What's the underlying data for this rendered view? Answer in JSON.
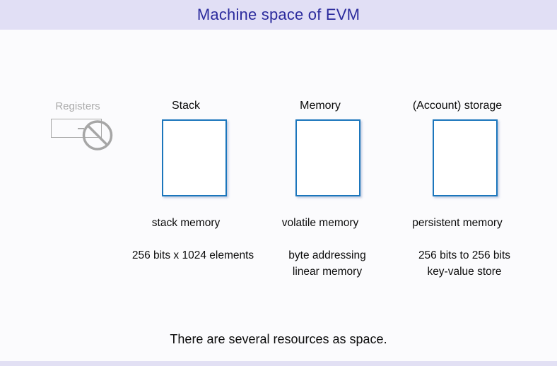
{
  "colors": {
    "header_bg": "#E1DFF5",
    "title_color": "#2B2B9D",
    "body_bg": "#FBFBFD",
    "box_border_blue": "#1B76BC",
    "disabled_gray": "#ABABAB",
    "text_color": "#0c0c0c",
    "footer_strip": "#E2E0F4"
  },
  "header": {
    "title": "Machine space of EVM"
  },
  "registers": {
    "label": "Registers",
    "icon": "prohibition-icon"
  },
  "columns": [
    {
      "title": "Stack",
      "subtitle": "stack memory",
      "details": [
        "256 bits x 1024 elements",
        ""
      ]
    },
    {
      "title": "Memory",
      "subtitle": "volatile memory",
      "details": [
        "byte addressing",
        "linear memory"
      ]
    },
    {
      "title": "(Account) storage",
      "subtitle": "persistent memory",
      "details": [
        "256 bits to 256 bits",
        "key-value store"
      ]
    }
  ],
  "footer_note": "There are several resources as space."
}
